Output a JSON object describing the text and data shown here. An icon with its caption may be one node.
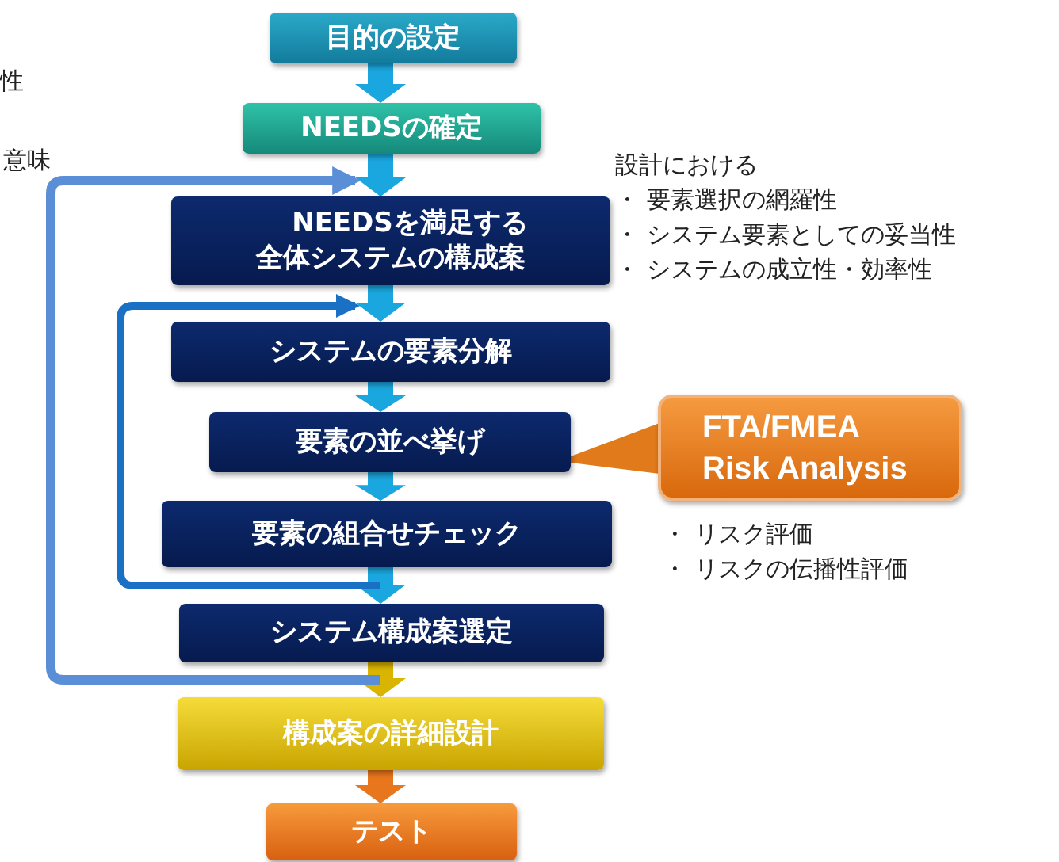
{
  "diagram": {
    "nodes": [
      {
        "text": [
          "目的の設定"
        ]
      },
      {
        "text": [
          "NEEDSの確定"
        ]
      },
      {
        "text": [
          "NEEDSを満足する全体システムの構成案"
        ]
      },
      {
        "text": [
          "システムの要素分解"
        ]
      },
      {
        "text": [
          "要素の並べ挙げ"
        ]
      },
      {
        "text": [
          "要素の組合せチェック"
        ]
      },
      {
        "text": [
          "システム構成案選定"
        ]
      },
      {
        "text": [
          "構成案の詳細設計"
        ]
      },
      {
        "text": [
          "テスト"
        ]
      },
      {
        "text": [
          "FTA/FMEA Risk Analysis"
        ]
      }
    ],
    "edges": [
      {
        "from": 0,
        "to": 1,
        "arrow": "to",
        "style": "thick"
      },
      {
        "from": 1,
        "to": 2,
        "arrow": "to",
        "style": "thick"
      },
      {
        "from": 2,
        "to": 3,
        "arrow": "to",
        "style": "thick"
      },
      {
        "from": 3,
        "to": 4,
        "arrow": "to",
        "style": "thick"
      },
      {
        "from": 4,
        "to": 5,
        "arrow": "to",
        "style": "thick"
      },
      {
        "from": 5,
        "to": 6,
        "arrow": "to",
        "style": "thick"
      },
      {
        "from": 6,
        "to": 7,
        "arrow": "to",
        "style": "thick",
        "color": "#d9b400"
      },
      {
        "from": 7,
        "to": 8,
        "arrow": "to",
        "style": "thick",
        "color": "#e8761c"
      },
      {
        "from": 6,
        "to": 2,
        "arrow": "to",
        "color": "#5a8fd8"
      },
      {
        "from": 5,
        "to": 3,
        "arrow": "to",
        "color": "#1a70c4"
      },
      {
        "from": 9,
        "to": 4,
        "arrow": "none",
        "style": "thick",
        "color": "#e07a1a"
      }
    ],
    "labels": [
      "性",
      "意味",
      "設計における",
      "・ 要素選択の網羅性",
      "・ システム要素としての妥当性",
      "・ システムの成立性・効率性",
      "・ リスク評価",
      "・ リスクの伝播性評価"
    ]
  }
}
